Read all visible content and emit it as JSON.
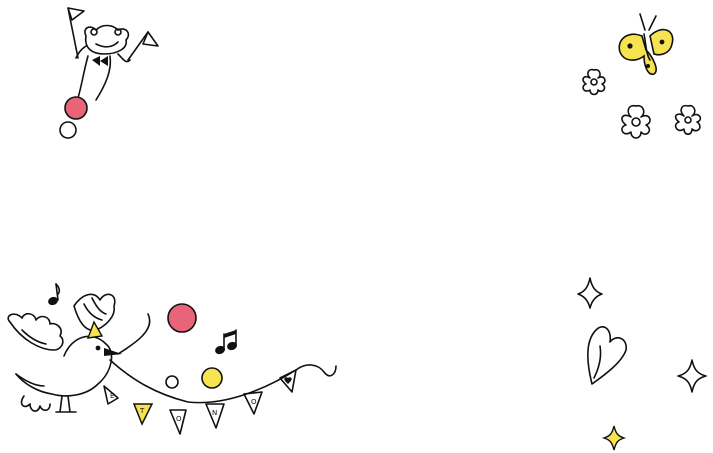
{
  "colors": {
    "ink": "#111111",
    "pink": "#e86479",
    "yellow": "#f7e250",
    "white": "#ffffff"
  },
  "illustrations": {
    "frog": "frog-with-flags-on-ball",
    "butterfly": "yellow-butterfly",
    "flowers": "flower-doodles",
    "bird": "party-bird",
    "bunting": "bunting-garland",
    "music": "music-notes",
    "heart": "heart-doodle",
    "sparkles": "sparkle-doodles"
  },
  "bunting": {
    "letters": [
      "E",
      "T",
      "O",
      "N",
      "O"
    ]
  }
}
